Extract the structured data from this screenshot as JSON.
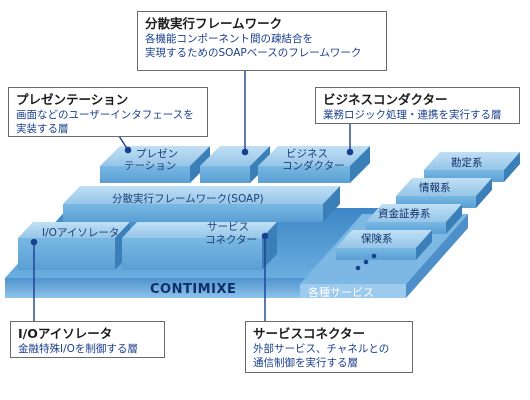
{
  "base_label": "CONTIMIXE",
  "blocks": {
    "presentation": [
      "プレゼン",
      "テーション"
    ],
    "business_conductor": [
      "ビジネス",
      "コンダクター"
    ],
    "distributed_framework": "分散実行フレームワーク(SOAP)",
    "io_isolator": "I/Oアイソレータ",
    "service_connector": [
      "サービス",
      "コネクター"
    ]
  },
  "services": {
    "items": [
      "勘定系",
      "情報系",
      "資金証券系",
      "保険系"
    ],
    "other": "各種サービス"
  },
  "callouts": {
    "framework": {
      "title": "分散実行フレームワーク",
      "desc": [
        "各機能コンポーネント間の疎結合を",
        "実現するためのSOAPベースのフレームワーク"
      ]
    },
    "presentation": {
      "title": "プレゼンテーション",
      "desc": [
        "画面などのユーザーインタフェースを",
        "実装する層"
      ]
    },
    "business": {
      "title": "ビジネスコンダクター",
      "desc": [
        "業務ロジック処理・連携を実行する層"
      ]
    },
    "io": {
      "title": "I/Oアイソレータ",
      "desc": [
        "金融特殊I/Oを制御する層"
      ]
    },
    "connector": {
      "title": "サービスコネクター",
      "desc": [
        "外部サービス、チャネルとの",
        "通信制御を実行する層"
      ]
    }
  },
  "colors": {
    "top": "#a8d0ec",
    "front": "#6aaedc",
    "side": "#3b7fb8",
    "base_top": "#5aa0d8",
    "base_front": "#2e6fb0",
    "accent": "#1a3f8f"
  }
}
